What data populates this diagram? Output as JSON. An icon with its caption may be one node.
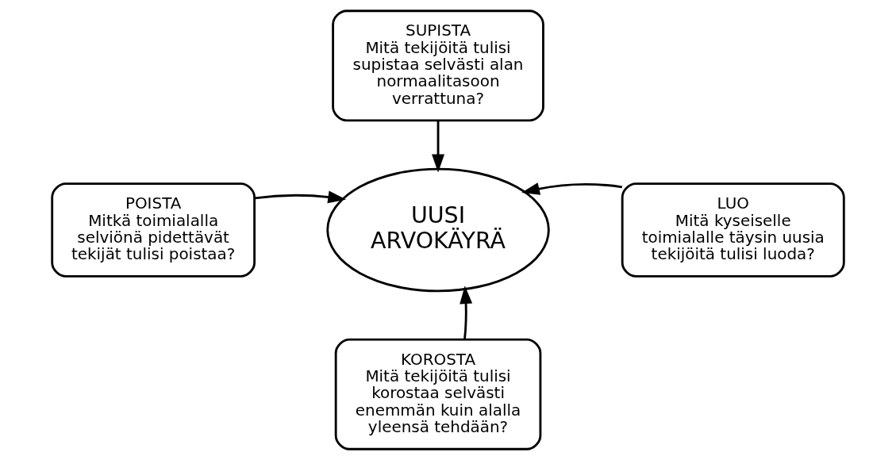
{
  "diagram": {
    "nodes": [
      {
        "text": [
          "SUPISTA",
          "Mitä tekijöitä tulisi supistaa selvästi alan normaalitasoon verrattuna?"
        ]
      },
      {
        "text": [
          "POISTA",
          "Mitkä toimialalla selviönä pidettävät tekijät tulisi poistaa?"
        ]
      },
      {
        "text": [
          "UUSI ARVOKÄYRÄ"
        ]
      },
      {
        "text": [
          "LUO",
          "Mitä kyseiselle toimialalle täysin uusia tekijöitä tulisi luoda?"
        ]
      },
      {
        "text": [
          "KOROSTA",
          "Mitä tekijöitä tulisi korostaa selvästi enemmän kuin alalla yleensä tehdään?"
        ]
      }
    ],
    "edges": [
      {
        "from": 0,
        "to": 2,
        "arrow": "to"
      },
      {
        "from": 1,
        "to": 2,
        "arrow": "to"
      },
      {
        "from": 3,
        "to": 2,
        "arrow": "to"
      },
      {
        "from": 4,
        "to": 2,
        "arrow": "to"
      }
    ]
  }
}
